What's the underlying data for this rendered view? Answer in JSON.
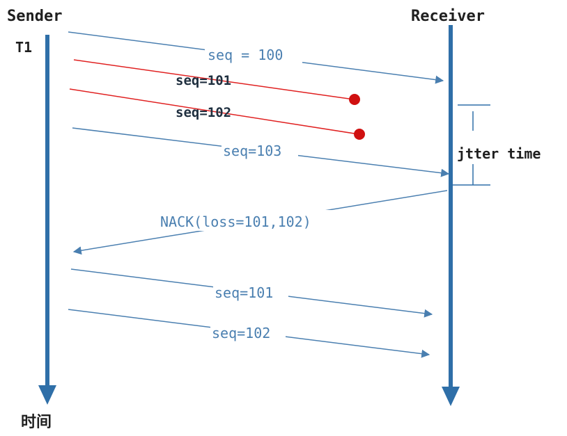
{
  "participants": {
    "sender": "Sender",
    "receiver": "Receiver"
  },
  "time_marker": "T1",
  "time_axis_label": "时间",
  "jitter_label": "jtter time",
  "messages": {
    "seq100": "seq = 100",
    "seq101_lost": "seq=101",
    "seq102_lost": "seq=102",
    "seq103": "seq=103",
    "nack": "NACK(loss=101,102)",
    "seq101_retx": "seq=101",
    "seq102_retx": "seq=102"
  },
  "colors": {
    "lifeline": "#2f6fa8",
    "message": "#4a7fb0",
    "lost": "#e02020",
    "drop": "#d01010"
  }
}
